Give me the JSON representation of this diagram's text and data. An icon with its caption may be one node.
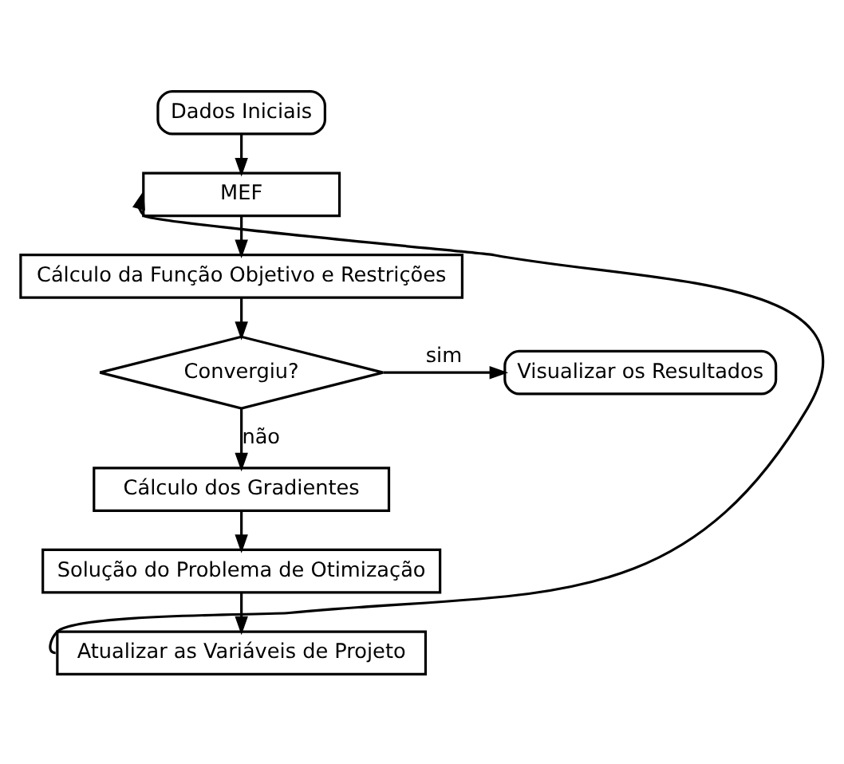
{
  "diagram": {
    "nodes": [
      {
        "text": [
          "Dados Iniciais"
        ]
      },
      {
        "text": [
          "MEF"
        ]
      },
      {
        "text": [
          "Cálculo da Função Objetivo e Restrições"
        ]
      },
      {
        "text": [
          "Convergiu?"
        ]
      },
      {
        "text": [
          "Visualizar os Resultados"
        ]
      },
      {
        "text": [
          "Cálculo dos Gradientes"
        ]
      },
      {
        "text": [
          "Solução do Problema de Otimização"
        ]
      },
      {
        "text": [
          "Atualizar as Variáveis de Projeto"
        ]
      }
    ],
    "edges": [
      {
        "from": 0,
        "to": 1,
        "arrow": "to"
      },
      {
        "from": 1,
        "to": 2,
        "arrow": "to"
      },
      {
        "from": 2,
        "to": 3,
        "arrow": "to"
      },
      {
        "from": 3,
        "to": 4,
        "arrow": "to",
        "label": "sim"
      },
      {
        "from": 3,
        "to": 5,
        "arrow": "to",
        "label": "não"
      },
      {
        "from": 5,
        "to": 6,
        "arrow": "to"
      },
      {
        "from": 6,
        "to": 7,
        "arrow": "to"
      },
      {
        "from": 7,
        "to": 1,
        "arrow": "to"
      }
    ]
  }
}
